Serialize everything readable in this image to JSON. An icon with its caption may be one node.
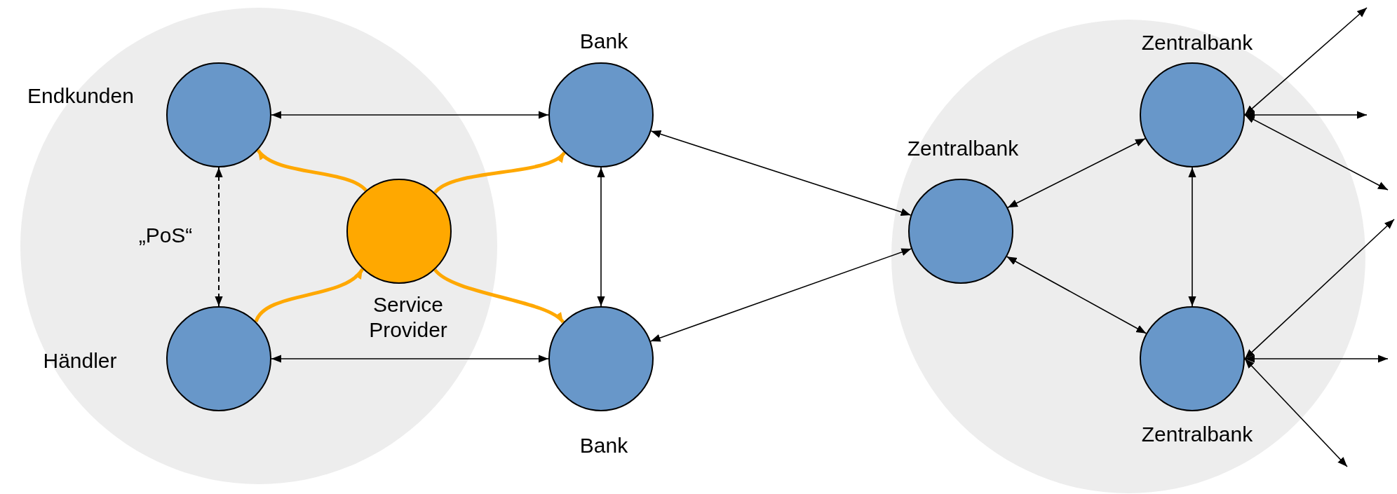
{
  "diagram": {
    "nodes": [
      {
        "text": [],
        "shape": "circle"
      },
      {
        "text": [
          "Endkunden"
        ],
        "in": 0
      },
      {
        "text": [
          "Händler"
        ],
        "in": 0
      },
      {
        "text": [
          "Service Provider"
        ],
        "in": 0
      },
      {
        "text": [
          "Bank"
        ]
      },
      {
        "text": [
          "Bank"
        ]
      },
      {
        "text": [],
        "shape": "circle"
      },
      {
        "text": [
          "Zentralbank"
        ],
        "in": 6
      },
      {
        "text": [
          "Zentralbank"
        ],
        "in": 6
      },
      {
        "text": [
          "Zentralbank"
        ],
        "in": 6
      }
    ],
    "edges": [
      {
        "from": 1,
        "to": 4,
        "arrow": "both"
      },
      {
        "from": 1,
        "to": 2,
        "arrow": "both",
        "style": "dashed",
        "label": "„PoS“"
      },
      {
        "from": 2,
        "to": 5,
        "arrow": "both"
      },
      {
        "from": 4,
        "to": 5,
        "arrow": "both"
      },
      {
        "from": 3,
        "to": 1,
        "arrow": "to",
        "style": "thick",
        "color": "#ffa800"
      },
      {
        "from": 3,
        "to": 4,
        "arrow": "to",
        "style": "thick",
        "color": "#ffa800"
      },
      {
        "from": 2,
        "to": 3,
        "arrow": "to",
        "style": "thick",
        "color": "#ffa800"
      },
      {
        "from": 3,
        "to": 5,
        "arrow": "to",
        "style": "thick",
        "color": "#ffa800"
      },
      {
        "from": 4,
        "to": 7,
        "arrow": "both"
      },
      {
        "from": 5,
        "to": 7,
        "arrow": "both"
      },
      {
        "from": 7,
        "to": 8,
        "arrow": "both"
      },
      {
        "from": 7,
        "to": 9,
        "arrow": "both"
      },
      {
        "from": 8,
        "to": 9,
        "arrow": "both"
      },
      {
        "from": 8,
        "to": null,
        "arrow": "both"
      },
      {
        "from": 8,
        "to": null,
        "arrow": "both"
      },
      {
        "from": 8,
        "to": null,
        "arrow": "both"
      },
      {
        "from": 9,
        "to": null,
        "arrow": "both"
      },
      {
        "from": 9,
        "to": null,
        "arrow": "both"
      },
      {
        "from": 9,
        "to": null,
        "arrow": "both"
      }
    ]
  }
}
